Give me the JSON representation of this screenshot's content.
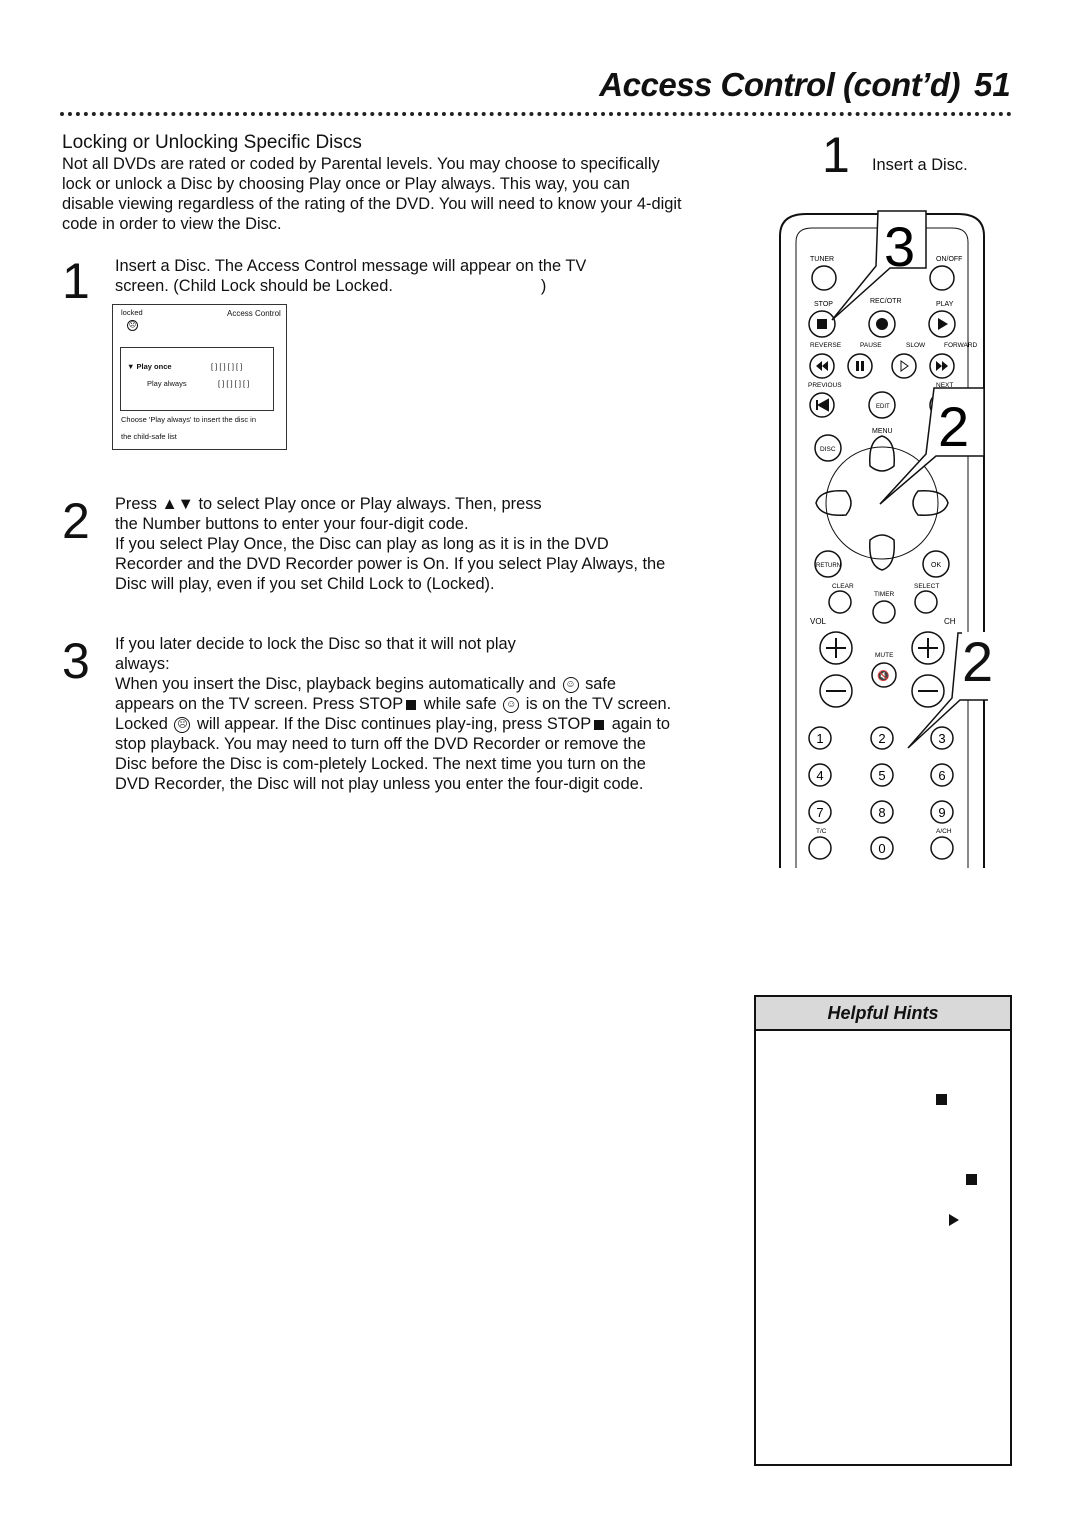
{
  "header": {
    "title": "Access Control (cont’d)",
    "page_number": "51"
  },
  "section": {
    "title": "Locking or Unlocking Specific Discs",
    "intro": "Not all DVDs are rated or coded by Parental levels. You may choose to specifically lock or unlock a Disc by choosing Play once or Play always. This way, you can disable viewing regardless of the rating of the DVD. You will need to know your 4-digit code in order to view the Disc."
  },
  "steps": [
    {
      "num": "1",
      "line1": "Insert a Disc.  The Access Control message will appear on the TV",
      "line2": "screen. (Child Lock should be Locked.",
      "line2_end": ")"
    },
    {
      "num": "2",
      "line1a": "Press ▲▼ to select Play once or Play always. Then, press",
      "line1b": "the Number buttons to enter your four-digit code.",
      "para": "If you select Play Once, the Disc can play as long as it is in the DVD Recorder and the DVD Recorder power is On. If you select Play Always, the Disc will play, even if you set Child Lock to ",
      "para_end": "(Locked)."
    },
    {
      "num": "3",
      "line1": "If you later decide to lock the Disc so that it will not play",
      "line2": "always:",
      "p_a": "When you insert the Disc, playback begins automatically and ",
      "p_b": " safe appears on the TV screen. ",
      "p_c": "Press STOP",
      "p_d": " while safe ",
      "p_e": " is on the TV screen.  Locked ",
      "p_f": " will appear. If the Disc continues play-ing, press STOP",
      "p_g": " again to stop playback. You may need to turn off the DVD Recorder or remove the Disc before the Disc is com-pletely Locked. The next time you turn on the DVD Recorder, the Disc will not play unless you enter the four-digit code."
    }
  ],
  "tv_screen": {
    "status": "locked",
    "title": "Access Control",
    "opt1": "Play once",
    "opt1_code": "[ ]  [ ]  [ ]  [ ]",
    "opt2": "Play always",
    "opt2_code": "[ ]  [ ]  [ ]  [ ]",
    "msg1": "Choose 'Play always' to insert the disc in",
    "msg2": "the child-safe list"
  },
  "right_step": {
    "num": "1",
    "text": "Insert a Disc."
  },
  "remote": {
    "tuner": "TUNER",
    "onoff": "ON/OFF",
    "stop": "STOP",
    "recotr": "REC/OTR",
    "play": "PLAY",
    "reverse": "REVERSE",
    "pause": "PAUSE",
    "slow": "SLOW",
    "forward": "FORWARD",
    "previous": "PREVIOUS",
    "next": "NEXT",
    "edit": "EDIT",
    "menu": "MENU",
    "disc": "DISC",
    "return": "RETURN",
    "ok": "OK",
    "clear": "CLEAR",
    "timer": "TIMER",
    "select": "SELECT",
    "vol": "VOL",
    "ch": "CH",
    "mute": "MUTE",
    "tc": "T/C",
    "ach": "A/CH",
    "digits": [
      "1",
      "2",
      "3",
      "4",
      "5",
      "6",
      "7",
      "8",
      "9",
      "0"
    ],
    "callout_3": "3",
    "callout_2a": "2",
    "callout_2b": "2"
  },
  "hints": {
    "title": "Helpful Hints"
  }
}
